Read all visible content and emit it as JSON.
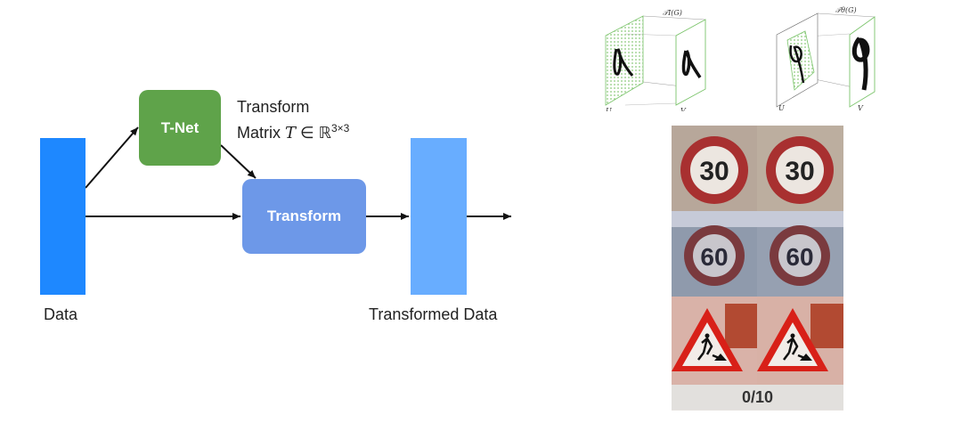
{
  "diagram": {
    "data_label": "Data",
    "tnet_label": "T-Net",
    "transform_label": "Transform",
    "matrix_label_line1": "Transform",
    "matrix_label_prefix": "Matrix ",
    "matrix_symbol": "T",
    "matrix_in": " ∈ ",
    "matrix_space": "ℝ",
    "matrix_dims": "3×3",
    "output_label": "Transformed Data"
  },
  "stn_panels": {
    "panel1_top": "𝒯I(G)",
    "panel2_top": "𝒯θ(G)",
    "u_label": "U",
    "v_label": "V"
  },
  "sign_grid": {
    "speed_a": "30",
    "speed_b": "60",
    "counter": "0/10"
  },
  "colors": {
    "data_bar": "#1e88ff",
    "output_bar": "#68adff",
    "tnet": "#5fa34a",
    "transform": "#6d98e8"
  }
}
